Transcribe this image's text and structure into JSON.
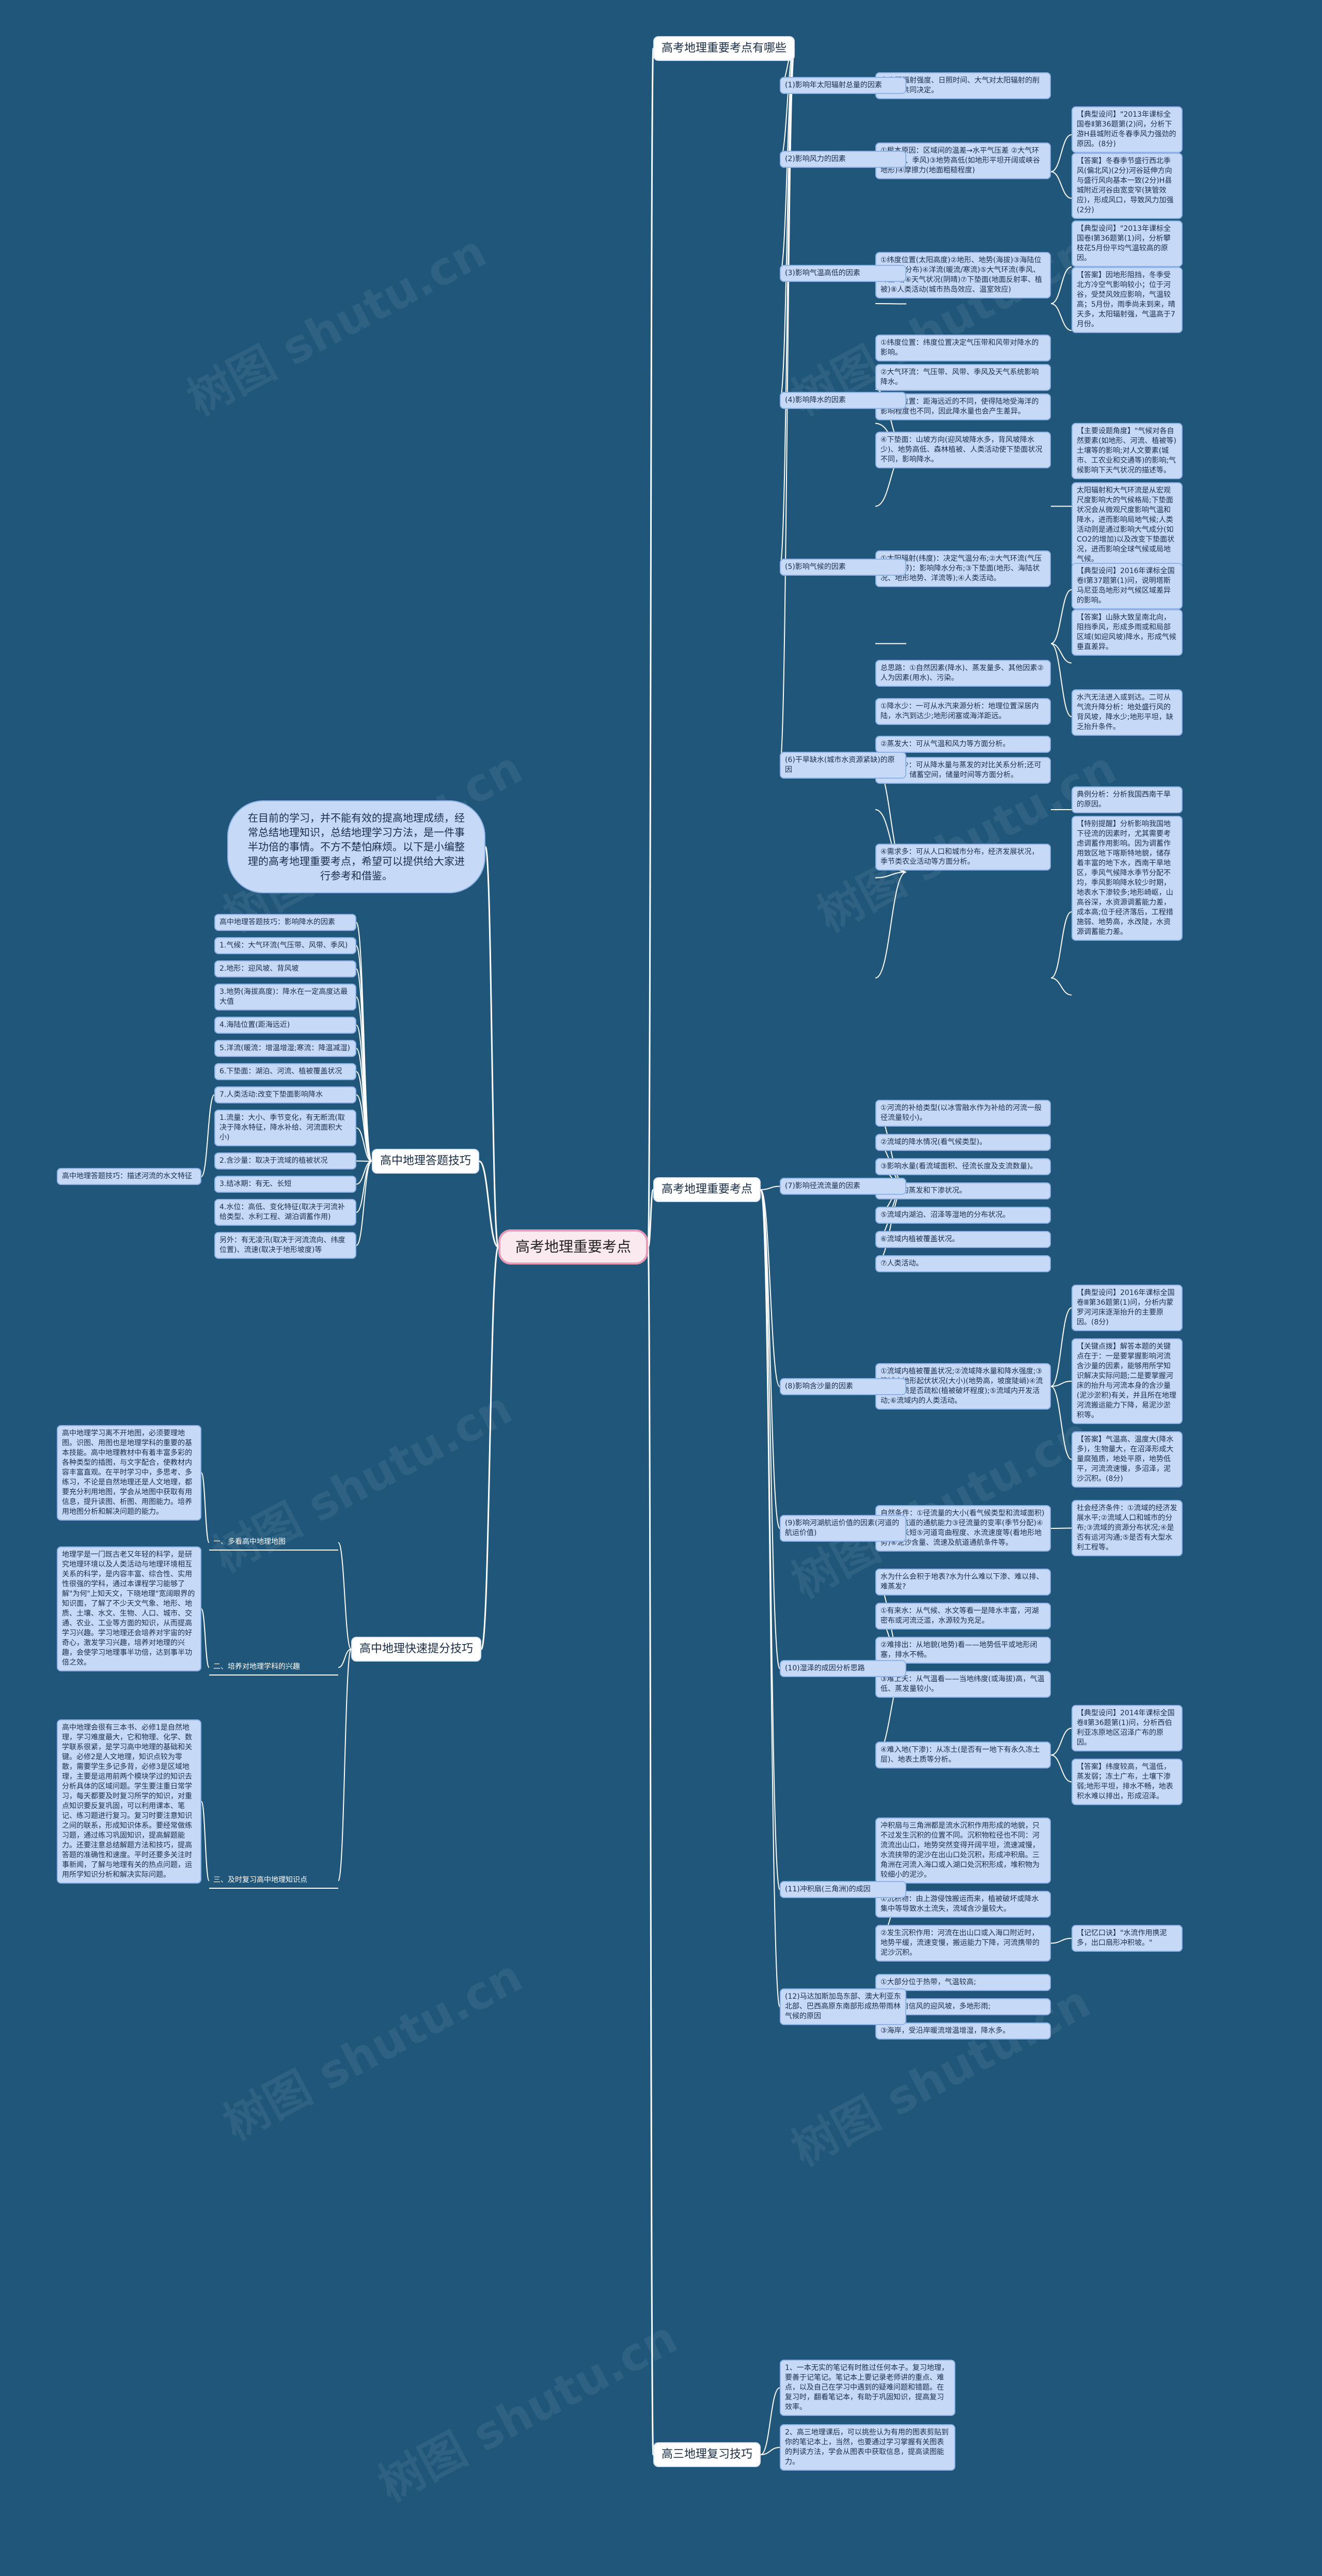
{
  "root": "高考地理重要考点",
  "intro": "在目前的学习，并不能有效的提高地理成绩，经常总结地理知识，总结地理学习方法，是一件事半功倍的事情。不方不楚怕麻烦。以下是小编整理的高考地理重要考点，希望可以提供给大家进行参考和借鉴。",
  "watermark": "树图 shutu.cn",
  "branch_1": {
    "title": "高考地理重要考点有哪些",
    "groups": [
      {
        "label": "(1)影响年太阳辐射总量的因素",
        "children": [
          {
            "text": "由太阳辐射强度、日照时间、大气对太阳辐射的削弱状况共同决定。"
          }
        ]
      },
      {
        "label": "(2)影响风力的因素",
        "children": [
          {
            "text": "①根本原因：区域间的温差→水平气压差 ②大气环流(风带、季风)③地势高低(如地形平坦开阔或峡谷地形)④摩擦力(地面粗糙程度)",
            "children": [
              {
                "text": "【典型设问】\"2013年课标全国卷Ⅱ第36题第(2)问，分析下游H县城附近冬春季风力强劲的原因。(8分)"
              },
              {
                "text": "【答案】冬春季节盛行西北季风(偏北风)(2分)河谷延伸方向与盛行风向基本一致(2分)H县城附近河谷由宽变窄(狭管效应)，形成风口，导致风力加强(2分)"
              }
            ]
          }
        ]
      },
      {
        "label": "(3)影响气温高低的因素",
        "children": [
          {
            "text": "①纬度位置(太阳高度)②地形、地势(海拔)③海陆位置(海陆分布)④洋流(暖流/寒流)⑤大气环流(季风、冷空气)⑥天气状况(阴晴)⑦下垫面(地面反射率、植被)⑧人类活动(城市热岛效应、温室效应)",
            "children": [
              {
                "text": "【典型设问】\"2013年课标全国卷Ⅰ第36题第(1)问，分析攀枝花5月份平均气温较高的原因。"
              },
              {
                "text": "【答案】因地形阻挡，冬季受北方冷空气影响较小；位于河谷，受焚风效应影响，气温较高；5月份，雨季尚未到来，晴天多，太阳辐射强，气温高于7月份。"
              }
            ]
          }
        ]
      },
      {
        "label": "(4)影响降水的因素",
        "children": [
          {
            "text": "①纬度位置：纬度位置决定气压带和风带对降水的影响。"
          },
          {
            "text": "②大气环流：气压带、风带、季风及天气系统影响降水。"
          },
          {
            "text": "③海陆位置：距海远近的不同，使得陆地受海洋的影响程度也不同，因此降水量也会产生差异。"
          },
          {
            "text": "④下垫面：山坡方向(迎风坡降水多，背风坡降水少)、地势高低、森林植被、人类活动使下垫面状况不同，影响降水。",
            "children": [
              {
                "text": "【主要设题角度】\"气候对各自然要素(如地形、河流、植被等)土壤等的影响;对人文要素(城市、工农业和交通等)的影响;气候影响下天气状况的描述等。"
              }
            ]
          }
        ]
      },
      {
        "label": "(5)影响气候的因素",
        "children": [
          {
            "text": "①太阳辐射(纬度)：决定气温分布;②大气环流(气压带、风带)：影响降水分布;③下垫面(地形、海陆状况、地形地势、洋流等);④人类活动。",
            "children": [
              {
                "text": "太阳辐射和大气环流是从宏观尺度影响大的气候格局;下垫面状况会从微观尺度影响气温和降水，进而影响局地气候;人类活动则是通过影响大气成分(如CO2的增加)以及改变下垫面状况，进而影响全球气候或局地气候。"
              },
              {
                "text": "【典型设问】2016年课标全国卷Ⅰ第37题第(1)问，说明塔斯马尼亚岛地形对气候区域差异的影响。"
              },
              {
                "text": "【答案】山脉大致呈南北向，阻挡季风，形成多雨或和局部区域(如迎风坡)降水，形成气候垂直差异。"
              }
            ]
          }
        ]
      },
      {
        "label": "(6)干旱缺水(城市水资源紧缺)的原因",
        "children": [
          {
            "text": "总思路：①自然因素(降水)、蒸发量多、其他因素②人为因素(用水)、污染。"
          },
          {
            "text": "①降水少：一可从水汽来源分析：地理位置深居内陆，水汽到达少;地形闭塞或海洋距远。",
            "children": [
              {
                "text": "水汽无法进入或到达。二可从气流升降分析：地处盛行风的背风坡，降水少;地形平坦，缺乏抬升条件。"
              }
            ]
          },
          {
            "text": "②蒸发大：可从气温和风力等方面分析。"
          },
          {
            "text": "③径流少：可从降水量与蒸发的对比关系分析;还可从下渗、储蓄空间，储量时间等方面分析。"
          },
          {
            "text": "④需求多：可从人口和城市分布，经济发展状况，季节类农业活动等方面分析。",
            "children": [
              {
                "text": "典例分析：分析我国西南干旱的原因。"
              },
              {
                "text": "【特别提醒】分析影响我国地下径流的因素时，尤其需要考虑调蓄作用影响。因为调蓄作用致区地下喀斯特地貌，储存着丰富的地下水，西南干旱地区，季风气候降水季节分配不均，季风影响降水较少时期，地表水下渗较多;地形崎岖，山高谷深，水资源调蓄能力差，成本高;位于经济落后，工程措施弱、地势高，水改陡，水资源调蓄能力差。"
              }
            ]
          }
        ]
      }
    ]
  },
  "branch_2": {
    "title": "高考地理重要考点",
    "groups": [
      {
        "label": "(7)影响径流流量的因素",
        "children": [
          {
            "text": "①河流的补给类型(以冰雪融水作为补给的河流一般径流量较小)。"
          },
          {
            "text": "②流域的降水情况(看气候类型)。"
          },
          {
            "text": "③影响水量(看流域面积、径流长度及支流数量)。"
          },
          {
            "text": "④流域的蒸发和下渗状况。"
          },
          {
            "text": "⑤流域内湖泊、沼泽等湿地的分布状况。"
          },
          {
            "text": "⑥流域内植被覆盖状况。"
          },
          {
            "text": "⑦人类活动。"
          }
        ]
      },
      {
        "label": "(8)影响含沙量的因素",
        "children": [
          {
            "text": "①流域内植被覆盖状况;②流域降水量和降水强度;③流域内地形起伏状况(大小)(地势高，坡度陡峭)④流域内土质是否疏松(植被破坏程度);⑤流域内开发活动;⑥流域内的人类活动。",
            "children": [
              {
                "text": "【典型设问】2016年课标全国卷Ⅲ第36题第(1)问，分析内蒙罗河河床逐渐抬升的主要原因。(8分)"
              },
              {
                "text": "【关键点拨】解答本题的关键点在于：一是要掌握影响河流含沙量的因素，能够用所学知识解决实际问题;二是要掌握河床的抬升与河流本身的含沙量(泥沙淤积)有关，并且所在地理河流搬运能力下降，易泥沙淤积等。"
              },
              {
                "text": "【答案】气温高、温度大(降水多)，生物量大，在沼泽形成大量腐殖质，地处平原，地势低平，河流流速慢，多沼泽，泥沙沉积。(8分)"
              }
            ]
          }
        ]
      },
      {
        "label": "(9)影响河湖航运价值的因素(河道的航运价值)",
        "children": [
          {
            "text": "自然条件：①径流量的大小(看气候类型和流域面积)②影响航道的通航能力③径流量的变率(季节分配)④结冰期长短⑤河道弯曲程度、水流速度等(看地形地势)⑥泥沙含量、流速及航道通航条件等。",
            "children": [
              {
                "text": "社会经济条件：①流域的经济发展水平;②流域人口和城市的分布;③流域的资源分布状况;④是否有运河沟通;⑤是否有大型水利工程等。"
              }
            ]
          }
        ]
      },
      {
        "label": "(10)湿泽的成因分析思路",
        "children": [
          {
            "text": "水为什么会积于地表?水为什么难以下渗、难以排、难蒸发?"
          },
          {
            "text": "①有来水：从气候、水文等看一是降水丰富，河湖密布或河流泛滥，水源较为充足。"
          },
          {
            "text": "②难排出：从地貌(地势)看——地势低平或地形闭塞，排水不畅。"
          },
          {
            "text": "③难上天：从气温看——当地纬度(或海拔)高，气温低、蒸发量较小。"
          },
          {
            "text": "④难入地(下渗)：从冻土(是否有一地下有永久冻土层)、地表土质等分析。",
            "children": [
              {
                "text": "【典型设问】2014年课标全国卷Ⅱ第36题第(1)问，分析西伯利亚冻原地区沼泽广布的原因。"
              },
              {
                "text": "【答案】纬度较高，气温低，蒸发弱；冻土广布，土壤下渗弱;地形平坦，排水不畅，地表积水难以排出，形成沼泽。"
              }
            ]
          }
        ]
      },
      {
        "label": "(11)冲积扇(三角洲)的成因",
        "children": [
          {
            "text": "冲积扇与三角洲都是流水沉积作用形成的地貌，只不过发生沉积的位置不同。沉积物粒径也不同：河流流出山口，地势突然变得开阔平坦，流速减慢，水流挟带的泥沙在出山口处沉积，形成冲积扇。三角洲在河流入海口或入湖口处沉积形成，堆积物为较细小的泥沙。"
          },
          {
            "text": "①沉积物：由上游侵蚀搬运而来，植被破坏或降水集中等导致水土流失，流域含沙量较大。"
          },
          {
            "text": "②发生沉积作用：河流在出山口或入海口附近时，地势平缓，流速变慢，搬运能力下降，河流携带的泥沙沉积。",
            "children": [
              {
                "text": "【记忆口诀】\"水流作用携泥多，出口扇形冲积坡。\""
              }
            ]
          }
        ]
      },
      {
        "label": "(12)马达加斯加岛东部、澳大利亚东北部、巴西高原东南部形成热带雨林气候的原因",
        "children": [
          {
            "text": "①大部分位于热带，气温较高;"
          },
          {
            "text": "②位东南信风的迎风坡，多地形雨;"
          },
          {
            "text": "③海岸，受沿岸暖流增温增湿，降水多。"
          }
        ]
      }
    ]
  },
  "branch_3": {
    "title": "高中地理答题技巧",
    "note": "高中地理答题技巧：描述河流的水文特征",
    "items": [
      "高中地理答题技巧：影响降水的因素",
      "1.气候：大气环流(气压带、风带、季风)",
      "2.地形：迎风坡、背风坡",
      "3.地势(海拔高度)：降水在一定高度达最大值",
      "4.海陆位置(距海远近)",
      "5.洋流(暖流：增温增湿;寒流：降温减湿)",
      "6.下垫面：湖泊、河流、植被覆盖状况",
      "7.人类活动:改变下垫面影响降水",
      "1.流量：大小、季节变化，有无断流(取决于降水特征，降水补给、河流面积大小)",
      "2.含沙量：取决于流域的植被状况",
      "3.结冰期：有无、长短",
      "4.水位：高低、变化特征(取决于河流补给类型、水利工程、湖泊调蓄作用)",
      "另外：有无凌汛(取决于河流流向、纬度位置)、流速(取决于地形坡度)等"
    ]
  },
  "branch_4": {
    "title": "高中地理快速提分技巧",
    "groups": [
      {
        "label": "一、多看高中地理地图",
        "text": "高中地理学习离不开地图，必须要理地图。识图、用图也是地理学科的重要的基本技能。高中地理教材中有着丰富多彩的各种类型的插图，与文字配合，使教材内容丰富直观。在平时学习中，多思考、多练习，不论是自然地理还是人文地理，都要充分利用地图，学会从地图中获取有用信息，提升读图、析图、用图能力。培养用地图分析和解决问题的能力。"
      },
      {
        "label": "二、培养对地理学科的兴趣",
        "text": "地理学是一门既古老又年轻的科学，是研究地理环境以及人类活动与地理环境相互关系的科学，是内容丰富、综合性、实用性很强的学科，通过本课程学习能够了解\"为何\"上知天文，下晓地理\"宽阔眼界的知识面，了解了不少天文气象、地形、地质、土壤、水文、生物、人口、城市、交通、农业、工业等方面的知识，从而提高学习兴趣。学习地理还会培养对宇宙的好奇心，激发学习兴趣，培养对地理的兴趣，会使学习地理事半功倍，达到事半功倍之效。"
      },
      {
        "label": "三、及时复习高中地理知识点",
        "text": "高中地理会很有三本书、必修1是自然地理，学习难度最大，它和物理、化学、数学联系很紧，是学习高中地理的基础和关键。必修2是人文地理，知识点较为零散，需要学生多记多背，必修3是区域地理，主要是运用前两个模块学过的知识去分析具体的区域问题。学生要注重日常学习，每天都要及时复习所学的知识，对重点知识要反复巩固，可以利用课本、笔记、练习题进行复习。复习时要注意知识之间的联系，形成知识体系。要经常做练习题，通过练习巩固知识，提高解题能力。还要注意总结解题方法和技巧，提高答题的准确性和速度。平时还要多关注时事新闻，了解与地理有关的热点问题，运用所学知识分析和解决实际问题。"
      }
    ]
  },
  "branch_5": {
    "title": "高三地理复习技巧",
    "items": [
      "1、一本无实的笔记有时胜过任何本子。复习地理，要善于记笔记。笔记本上要记录老师讲的重点、难点，以及自己在学习中遇到的疑难问题和错题。在复习时，翻看笔记本，有助于巩固知识，提高复习效率。",
      "2、高三地理课后，可以挑些认为有用的图表剪贴到你的笔记本上，当然，也要通过学习掌握有关图表的判读方法，学会从图表中获取信息，提高读图能力。"
    ]
  }
}
